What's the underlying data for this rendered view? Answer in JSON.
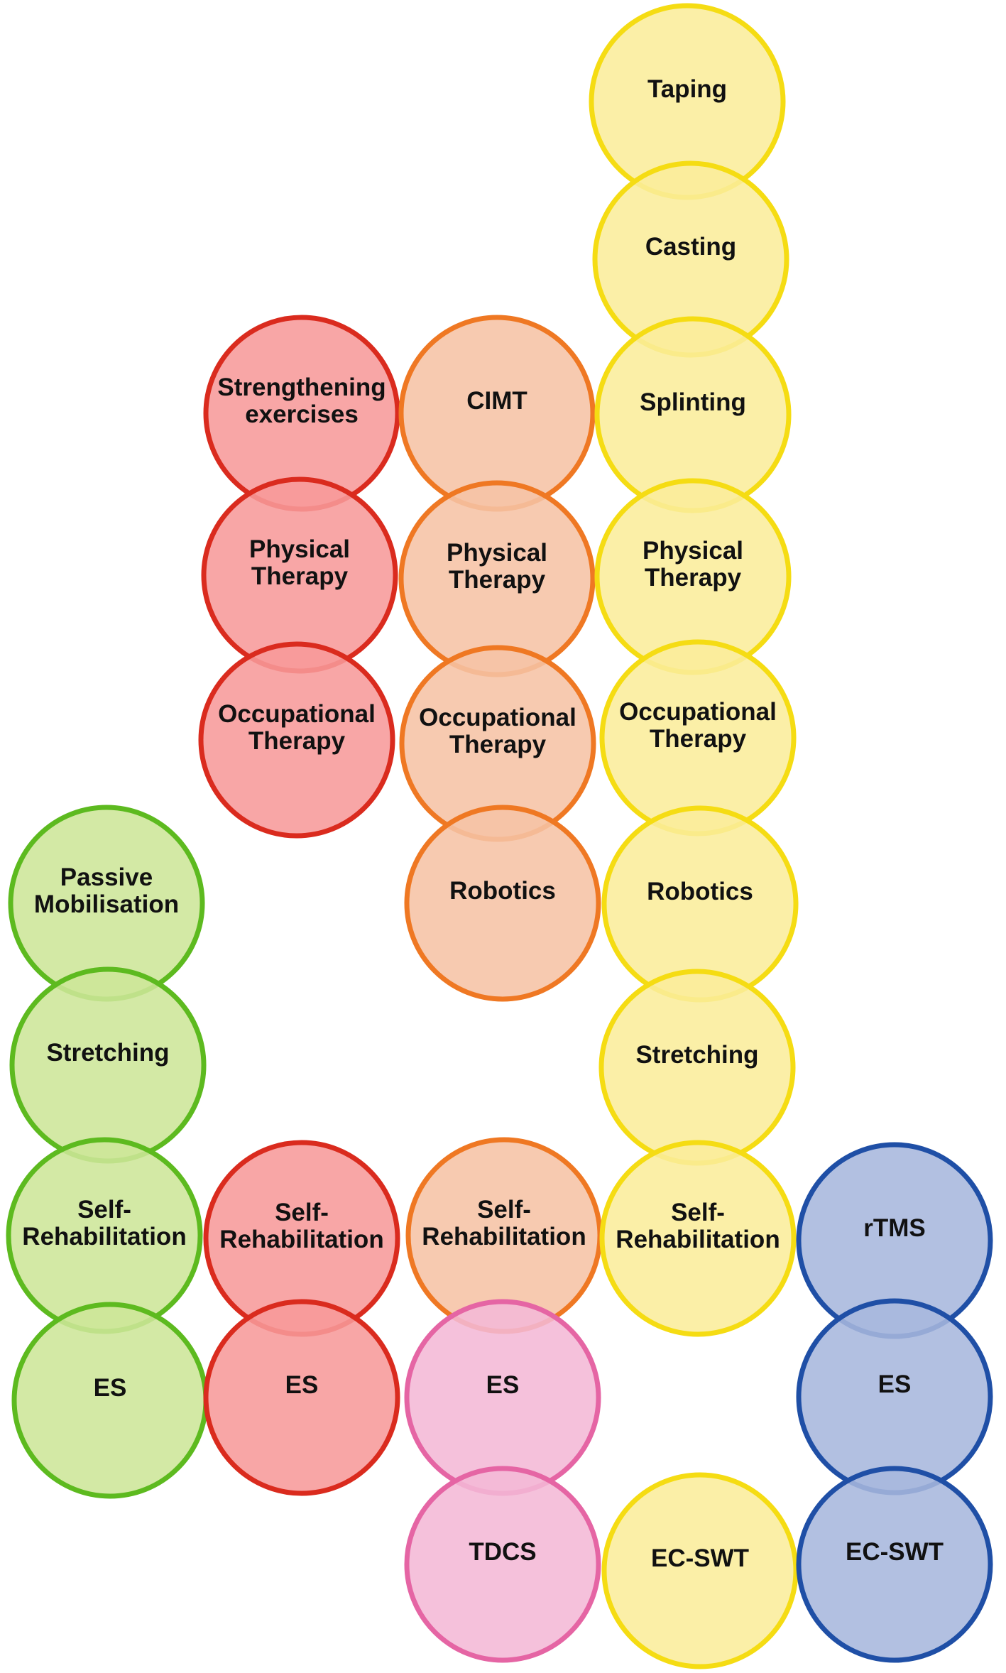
{
  "colors": {
    "green": {
      "fill": "#cde699",
      "stroke": "#5dba1f"
    },
    "red": {
      "fill": "#f79a9a",
      "stroke": "#da2b1e"
    },
    "orange": {
      "fill": "#f6c3a5",
      "stroke": "#ef7823"
    },
    "yellow": {
      "fill": "#fbed9b",
      "stroke": "#f5dc13"
    },
    "pink": {
      "fill": "#f4b8d6",
      "stroke": "#e565a4"
    },
    "blue": {
      "fill": "#a7b7dd",
      "stroke": "#1f4fa6"
    }
  },
  "nodes": [
    {
      "id": "yellow-taping",
      "group": "yellow",
      "lines": [
        "Taping"
      ]
    },
    {
      "id": "yellow-casting",
      "group": "yellow",
      "lines": [
        "Casting"
      ]
    },
    {
      "id": "red-strengthening",
      "group": "red",
      "lines": [
        "Strengthening",
        "exercises"
      ]
    },
    {
      "id": "orange-cimt",
      "group": "orange",
      "lines": [
        "CIMT"
      ]
    },
    {
      "id": "yellow-splinting",
      "group": "yellow",
      "lines": [
        "Splinting"
      ]
    },
    {
      "id": "red-physical-therapy",
      "group": "red",
      "lines": [
        "Physical",
        "Therapy"
      ]
    },
    {
      "id": "orange-physical-therapy",
      "group": "orange",
      "lines": [
        "Physical",
        "Therapy"
      ]
    },
    {
      "id": "yellow-physical-therapy",
      "group": "yellow",
      "lines": [
        "Physical",
        "Therapy"
      ]
    },
    {
      "id": "red-occupational-therapy",
      "group": "red",
      "lines": [
        "Occupational",
        "Therapy"
      ]
    },
    {
      "id": "orange-occupational-therapy",
      "group": "orange",
      "lines": [
        "Occupational",
        "Therapy"
      ]
    },
    {
      "id": "yellow-occupational-therapy",
      "group": "yellow",
      "lines": [
        "Occupational",
        "Therapy"
      ]
    },
    {
      "id": "green-passive-mobilisation",
      "group": "green",
      "lines": [
        "Passive",
        "Mobilisation"
      ]
    },
    {
      "id": "orange-robotics",
      "group": "orange",
      "lines": [
        "Robotics"
      ]
    },
    {
      "id": "yellow-robotics",
      "group": "yellow",
      "lines": [
        "Robotics"
      ]
    },
    {
      "id": "green-stretching",
      "group": "green",
      "lines": [
        "Stretching"
      ]
    },
    {
      "id": "yellow-stretching",
      "group": "yellow",
      "lines": [
        "Stretching"
      ]
    },
    {
      "id": "green-self-rehabilitation",
      "group": "green",
      "lines": [
        "Self-",
        "Rehabilitation"
      ]
    },
    {
      "id": "red-self-rehabilitation",
      "group": "red",
      "lines": [
        "Self-",
        "Rehabilitation"
      ]
    },
    {
      "id": "orange-self-rehabilitation",
      "group": "orange",
      "lines": [
        "Self-",
        "Rehabilitation"
      ]
    },
    {
      "id": "yellow-self-rehabilitation",
      "group": "yellow",
      "lines": [
        "Self-",
        "Rehabilitation"
      ]
    },
    {
      "id": "blue-rtms",
      "group": "blue",
      "lines": [
        "rTMS"
      ]
    },
    {
      "id": "green-es",
      "group": "green",
      "lines": [
        "ES"
      ]
    },
    {
      "id": "red-es",
      "group": "red",
      "lines": [
        "ES"
      ]
    },
    {
      "id": "pink-es",
      "group": "pink",
      "lines": [
        "ES"
      ]
    },
    {
      "id": "blue-es",
      "group": "blue",
      "lines": [
        "ES"
      ]
    },
    {
      "id": "pink-tdcs",
      "group": "pink",
      "lines": [
        "TDCS"
      ]
    },
    {
      "id": "yellow-ec-swt",
      "group": "yellow",
      "lines": [
        "EC-SWT"
      ]
    },
    {
      "id": "blue-ec-swt",
      "group": "blue",
      "lines": [
        "EC-SWT"
      ]
    }
  ]
}
